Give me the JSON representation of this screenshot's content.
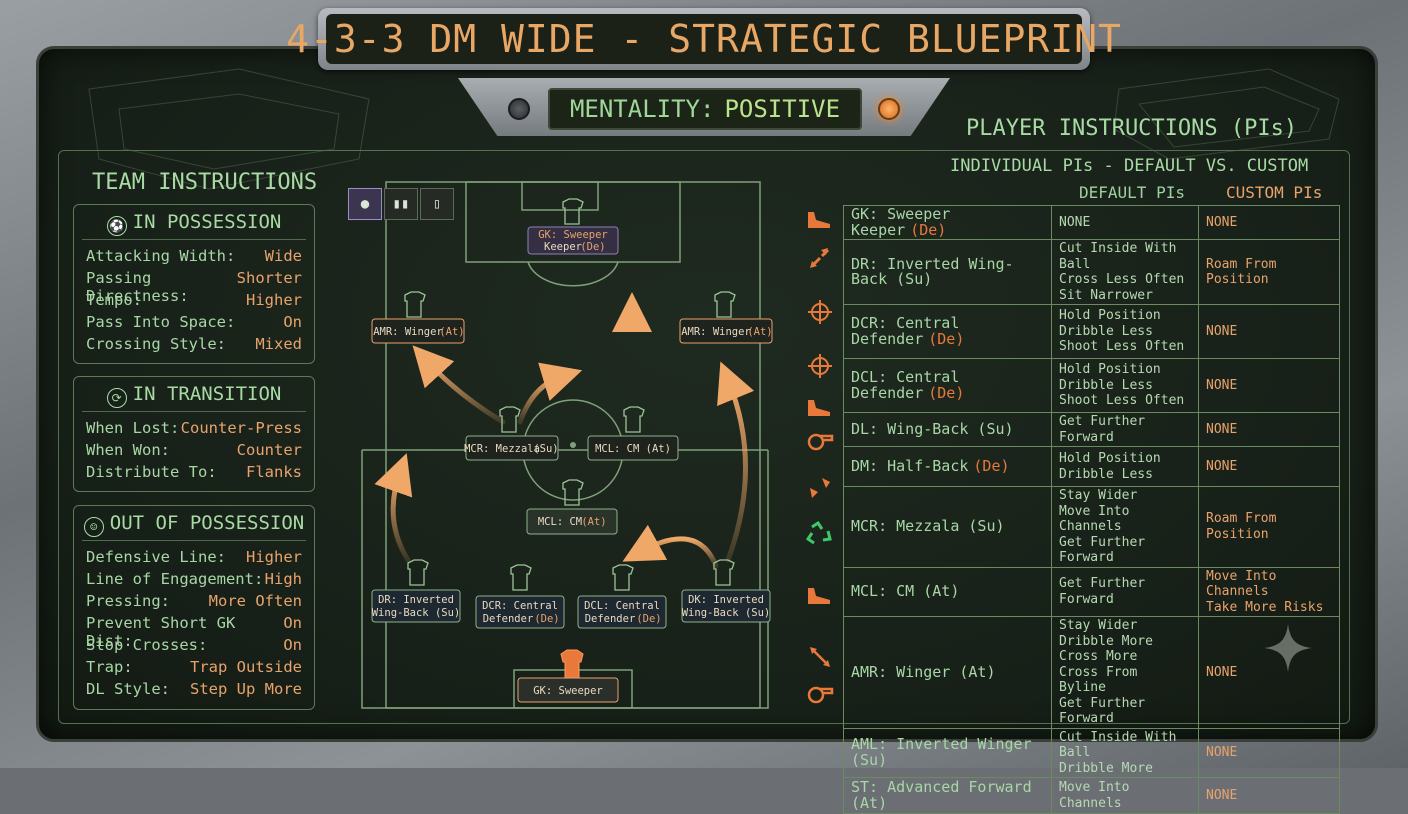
{
  "header": {
    "title": "4-3-3 DM WIDE - STRATEGIC BLUEPRINT",
    "mentality_label": "MENTALITY:",
    "mentality_value": "POSITIVE"
  },
  "team_instructions": {
    "title": "TEAM INSTRUCTIONS",
    "in_possession": {
      "title": "IN POSSESSION",
      "rows": [
        {
          "k": "Attacking Width:",
          "v": "Wide"
        },
        {
          "k": "Passing Directness:",
          "v": "Shorter"
        },
        {
          "k": "Tempo:",
          "v": "Higher"
        },
        {
          "k": "Pass Into Space:",
          "v": "On"
        },
        {
          "k": "Crossing Style:",
          "v": "Mixed"
        }
      ]
    },
    "in_transition": {
      "title": "IN TRANSITION",
      "rows": [
        {
          "k": "When Lost:",
          "v": "Counter-Press"
        },
        {
          "k": "When Won:",
          "v": "Counter"
        },
        {
          "k": "Distribute To:",
          "v": "Flanks"
        }
      ]
    },
    "out_of_possession": {
      "title": "OUT OF POSSESSION",
      "rows": [
        {
          "k": "Defensive Line:",
          "v": "Higher"
        },
        {
          "k": "Line of Engagement:",
          "v": "High"
        },
        {
          "k": "Pressing:",
          "v": "More Often"
        },
        {
          "k": "Prevent Short GK Dist:",
          "v": "On"
        },
        {
          "k": "Stop Crosses:",
          "v": "On"
        },
        {
          "k": "Trap:",
          "v": "Trap Outside"
        },
        {
          "k": "DL Style:",
          "v": "Step Up More"
        }
      ]
    }
  },
  "pitch": {
    "players": [
      {
        "id": "gk-top",
        "line1": "GK: Sweeper",
        "line2": "Keeper",
        "duty": "(De)"
      },
      {
        "id": "amr-left",
        "line1": "AMR: Winger",
        "line2": "",
        "duty": "(At)"
      },
      {
        "id": "amr-right",
        "line1": "AMR: Winger",
        "line2": "",
        "duty": "(At)"
      },
      {
        "id": "mcr",
        "line1": "MCR: Mezzala",
        "line2": "",
        "duty": "(Su)"
      },
      {
        "id": "mcl",
        "line1": "MCL: CM (At)",
        "line2": "",
        "duty": ""
      },
      {
        "id": "mcl-low",
        "line1": "MCL: CM",
        "line2": "",
        "duty": "(At)"
      },
      {
        "id": "dr",
        "line1": "DR: Inverted",
        "line2": "Wing-Back (Su)",
        "duty": ""
      },
      {
        "id": "dcr",
        "line1": "DCR: Central",
        "line2": "Defender",
        "duty": "(De)"
      },
      {
        "id": "dcl",
        "line1": "DCL: Central",
        "line2": "Defender",
        "duty": "(De)"
      },
      {
        "id": "dl",
        "line1": "DK: Inverted",
        "line2": "Wing-Back (Su)",
        "duty": ""
      },
      {
        "id": "gk-bottom",
        "line1": "GK: Sweeper",
        "line2": "",
        "duty": ""
      }
    ]
  },
  "player_instructions": {
    "title": "PLAYER INSTRUCTIONS (PIs)",
    "subtitle": "INDIVIDUAL PIs - DEFAULT VS. CUSTOM",
    "col_default": "DEFAULT PIs",
    "col_custom": "CUSTOM PIs",
    "rows": [
      {
        "role": "GK: Sweeper Keeper",
        "duty": "(De)",
        "icon": "boot-icon",
        "default": [
          "NONE"
        ],
        "custom": [
          "NONE"
        ]
      },
      {
        "role": "DR: Inverted Wing-Back (Su)",
        "duty": "",
        "icon": "diagonal-arrows-icon",
        "default": [
          "Cut Inside With Ball",
          "Cross Less Often",
          "Sit Narrower"
        ],
        "custom": [
          "Roam From Position"
        ]
      },
      {
        "role": "DCR: Central Defender",
        "duty": "(De)",
        "icon": "crosshair-icon",
        "default": [
          "Hold Position",
          "Dribble Less",
          "Shoot Less Often"
        ],
        "custom": [
          "NONE"
        ]
      },
      {
        "role": "DCL: Central Defender",
        "duty": "(De)",
        "icon": "crosshair-icon",
        "default": [
          "Hold Position",
          "Dribble Less",
          "Shoot Less Often"
        ],
        "custom": [
          "NONE"
        ]
      },
      {
        "role": "DL: Wing-Back (Su)",
        "duty": "",
        "icon": "boot-icon",
        "default": [
          "Get Further Forward"
        ],
        "custom": [
          "NONE"
        ]
      },
      {
        "role": "DM: Half-Back",
        "duty": "(De)",
        "icon": "whistle-icon",
        "default": [
          "Hold Position",
          "Dribble Less"
        ],
        "custom": [
          "NONE"
        ]
      },
      {
        "role": "MCR: Mezzala (Su)",
        "duty": "",
        "icon": "dribble-icon",
        "default": [
          "Stay Wider",
          "Move Into Channels",
          "Get Further Forward"
        ],
        "custom": [
          "Roam From Position"
        ]
      },
      {
        "role": "MCL: CM (At)",
        "duty": "",
        "icon": "recycle-icon",
        "default": [
          "Get Further Forward"
        ],
        "custom": [
          "Move Into Channels",
          "Take More Risks"
        ]
      },
      {
        "role": "AMR: Winger (At)",
        "duty": "",
        "icon": "boot-icon",
        "default": [
          "Stay Wider",
          "Dribble More",
          "Cross More",
          "Cross From Byline",
          "Get Further Forward"
        ],
        "custom": [
          "NONE"
        ]
      },
      {
        "role": "AML: Inverted Winger (Su)",
        "duty": "",
        "icon": "diagonal-arrows-icon",
        "default": [
          "Cut Inside With Ball",
          "Dribble More"
        ],
        "custom": [
          "NONE"
        ]
      },
      {
        "role": "ST: Advanced Forward (At)",
        "duty": "",
        "icon": "whistle-icon",
        "default": [
          "Move Into Channels"
        ],
        "custom": [
          "NONE"
        ]
      }
    ]
  },
  "colors": {
    "accent": "#e8a36c",
    "text_green": "#a8d6a6",
    "line_green": "#6a8a5f",
    "arrow": "#f0a868"
  }
}
